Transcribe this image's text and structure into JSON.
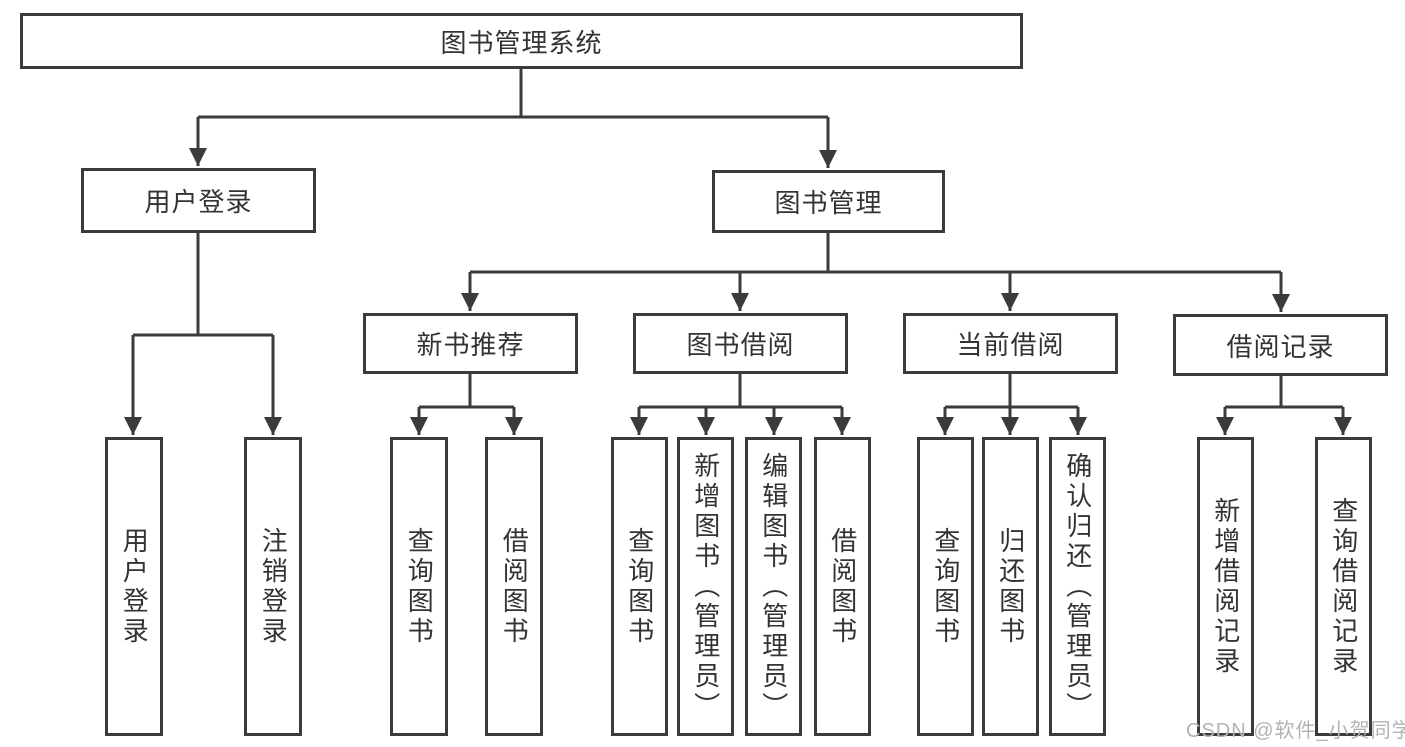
{
  "diagram": {
    "root": {
      "label": "图书管理系统"
    },
    "level2": [
      {
        "label": "用户登录"
      },
      {
        "label": "图书管理"
      }
    ],
    "level3": [
      {
        "label": "新书推荐"
      },
      {
        "label": "图书借阅"
      },
      {
        "label": "当前借阅"
      },
      {
        "label": "借阅记录"
      }
    ],
    "groups": {
      "login": [
        {
          "label": "用户登录"
        },
        {
          "label": "注销登录"
        }
      ],
      "recommend": [
        {
          "label": "查询图书"
        },
        {
          "label": "借阅图书"
        }
      ],
      "borrow": [
        {
          "label": "查询图书"
        },
        {
          "label": "新增图书（管理员）"
        },
        {
          "label": "编辑图书（管理员）"
        },
        {
          "label": "借阅图书"
        }
      ],
      "current": [
        {
          "label": "查询图书"
        },
        {
          "label": "归还图书"
        },
        {
          "label": "确认归还（管理员）"
        }
      ],
      "records": [
        {
          "label": "新增借阅记录"
        },
        {
          "label": "查询借阅记录"
        }
      ]
    }
  },
  "watermark": {
    "text": "CSDN @软件_小贺同学"
  },
  "colors": {
    "line": "#3b3b3b",
    "text": "#333333",
    "watermark": "#b3b3b3",
    "background": "#ffffff"
  }
}
